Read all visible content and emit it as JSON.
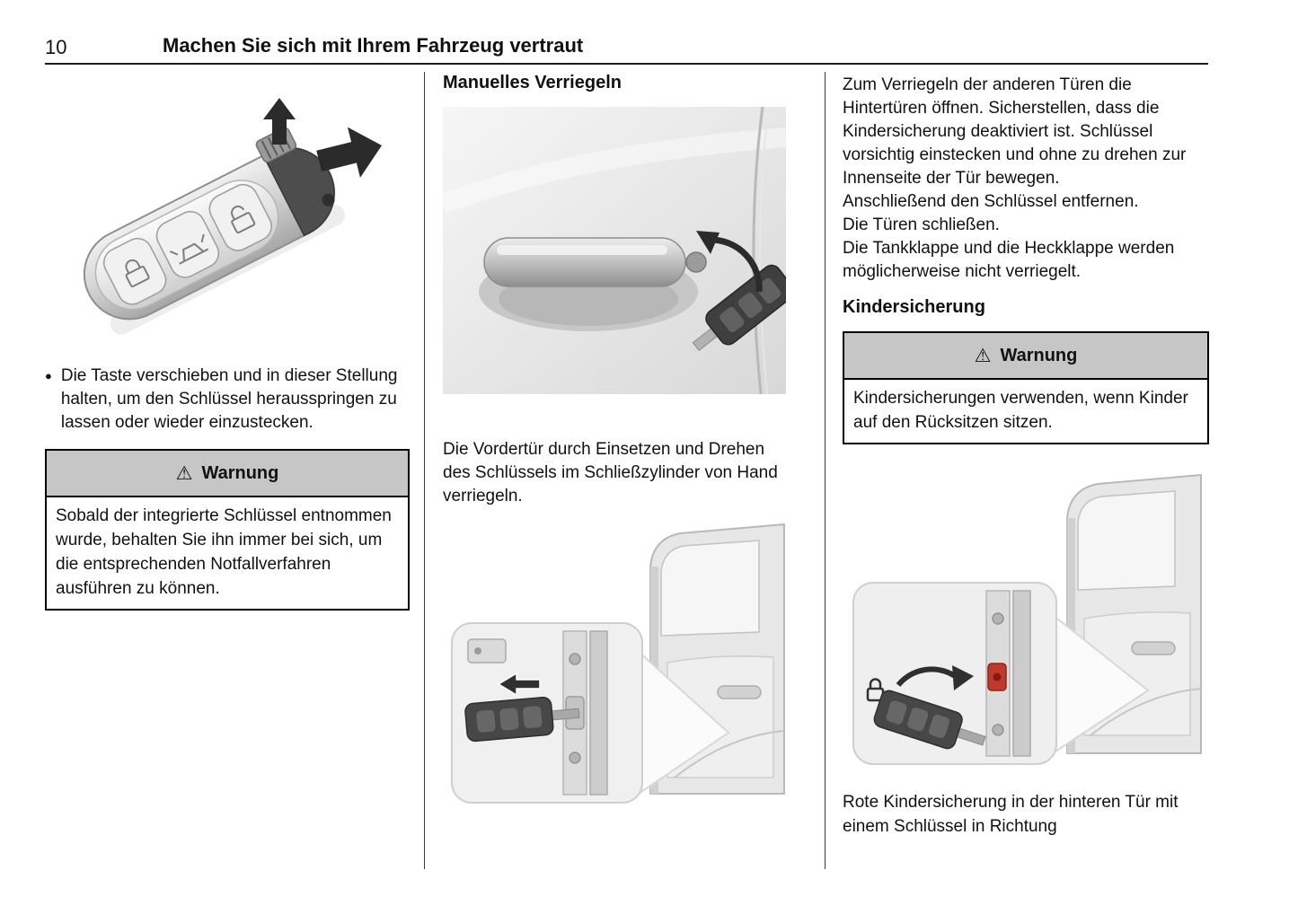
{
  "header": {
    "page_number": "10",
    "title": "Machen Sie sich mit Ihrem Fahrzeug vertraut"
  },
  "symbols": {
    "bullet": "●",
    "warning": "⚠"
  },
  "left_column": {
    "bullet_text": "Die Taste verschieben und in dieser Stellung halten, um den Schlüssel herausspringen zu lassen oder wieder einzustecken.",
    "warning_title": "Warnung",
    "warning_body": "Sobald der integrierte Schlüssel entnommen wurde, behalten Sie ihn immer bei sich, um die entsprechenden Notfallverfahren ausführen zu können."
  },
  "middle_column": {
    "heading": "Manuelles Verriegeln",
    "body": "Die Vordertür durch Einsetzen und Drehen des Schlüssels im Schließzylinder von Hand verriegeln."
  },
  "right_column": {
    "paragraphs": [
      "Zum Verriegeln der anderen Türen die Hintertüren öffnen. Sicherstellen, dass die Kindersicherung deaktiviert ist. Schlüssel vorsichtig einstecken und ohne zu drehen zur Innenseite der Tür bewegen.",
      "Anschließend den Schlüssel entfernen.",
      "Die Türen schließen.",
      "Die Tankklappe und die Heckklappe werden möglicherweise nicht verriegelt."
    ],
    "heading": "Kindersicherung",
    "warning_title": "Warnung",
    "warning_body": "Kindersicherungen verwenden, wenn Kinder auf den Rücksitzen sitzen.",
    "caption": "Rote Kindersicherung in der hinteren Tür mit einem Schlüssel in Richtung"
  },
  "colors": {
    "warning_header_bg": "#c6c6c6",
    "rule": "#1c1c1c",
    "child_lock_red": "#c0392b"
  }
}
